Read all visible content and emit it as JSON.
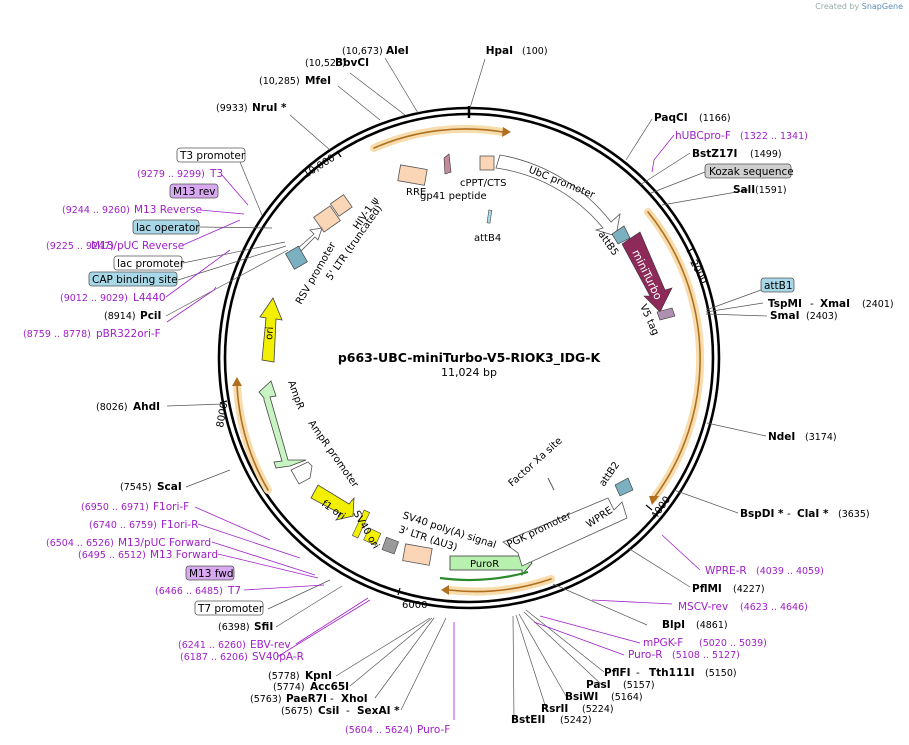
{
  "credit": {
    "prefix": "Created by",
    "brand": "SnapGene"
  },
  "plasmid": {
    "name": "p663-UBC-miniTurbo-V5-RIOK3_IDG-K",
    "size": "11,024 bp"
  },
  "ticks": [
    "2000",
    "4000",
    "6000",
    "8000",
    "10,000"
  ],
  "features": {
    "ubc_promoter": "UbC promoter",
    "cppt": "cPPT/CTS",
    "gp41": "gp41 peptide",
    "rre": "RRE",
    "hiv": "HIV-1 ψ",
    "ltr5": "5' LTR (truncated)",
    "rsv": "RSV promoter",
    "attb4": "attB4",
    "attb5": "attB5",
    "miniturbo": "miniTurbo",
    "v5": "V5 tag",
    "ori": "ori",
    "ampr": "AmpR",
    "ampr_promoter": "AmpR promoter",
    "f1ori": "f1 ori",
    "sv40ori": "SV40 ori",
    "sv40pa": "SV40 poly(A) signal",
    "ltr3": "3' LTR (ΔU3)",
    "pgk": "PGK promoter",
    "puror": "PuroR",
    "wpre": "WPRE",
    "attb2": "attB2",
    "factorxa": "Factor Xa site"
  },
  "labels": {
    "hpai": "HpaI",
    "hpai_c": "(100)",
    "alei": "AleI",
    "alei_c": "(10,673)",
    "bbvci": "BbvCI",
    "bbvci_c": "(10,520)",
    "mfei": "MfeI",
    "mfei_c": "(10,285)",
    "nrui": "NruI *",
    "nrui_c": "(9933)",
    "t3p": "T3 promoter",
    "t3": "T3",
    "t3_c": "(9279 .. 9299)",
    "m13rev": "M13 rev",
    "m13r": "M13 Reverse",
    "m13r_c": "(9244 .. 9260)",
    "lacop": "lac operator",
    "m13puc": "M13/pUC Reverse",
    "m13puc_c": "(9225 .. 9247)",
    "lacp": "lac promoter",
    "cap": "CAP binding site",
    "l4440": "L4440",
    "l4440_c": "(9012 .. 9029)",
    "pcii": "PciI",
    "pcii_c": "(8914)",
    "pbr": "pBR322ori-F",
    "pbr_c": "(8759 .. 8778)",
    "ahdi": "AhdI",
    "ahdi_c": "(8026)",
    "scai": "ScaI",
    "scai_c": "(7545)",
    "f1orif": "F1ori-F",
    "f1orif_c": "(6950 .. 6971)",
    "f1orir": "F1ori-R",
    "f1orir_c": "(6740 .. 6759)",
    "m13pf": "M13/pUC Forward",
    "m13pf_c": "(6504 .. 6526)",
    "m13f": "M13 Forward",
    "m13f_c": "(6495 .. 6512)",
    "m13fwd": "M13 fwd",
    "t7": "T7",
    "t7_c": "(6466 .. 6485)",
    "t7p": "T7 promoter",
    "sfii": "SfiI",
    "sfii_c": "(6398)",
    "ebv": "EBV-rev",
    "ebv_c": "(6241 .. 6260)",
    "sv40par": "SV40pA-R",
    "sv40par_c": "(6187 .. 6206)",
    "kpni": "KpnI",
    "kpni_c": "(5778)",
    "acc65i": "Acc65I",
    "acc65i_c": "(5774)",
    "pae": "PaeR7I",
    "pae_c": "(5763)",
    "xhoi": "XhoI",
    "csii": "CsiI",
    "csii_c": "(5675)",
    "sexai": "SexAI *",
    "purof": "Puro-F",
    "purof_c": "(5604 .. 5624)",
    "paqci": "PaqCI",
    "paqci_c": "(1166)",
    "hubc": "hUBCpro-F",
    "hubc_c": "(1322 .. 1341)",
    "bstz": "BstZ17I",
    "bstz_c": "(1499)",
    "kozak": "Kozak sequence",
    "sali": "SalI",
    "sali_c": "(1591)",
    "attb1": "attB1",
    "tspmi": "TspMI",
    "xmai": "XmaI",
    "tspmi_c": "(2401)",
    "smai": "SmaI",
    "smai_c": "(2403)",
    "ndei": "NdeI",
    "ndei_c": "(3174)",
    "bspdi": "BspDI *",
    "clai": "ClaI *",
    "bspdi_c": "(3635)",
    "wprer": "WPRE-R",
    "wprer_c": "(4039 .. 4059)",
    "pflmi": "PflMI",
    "pflmi_c": "(4227)",
    "mscv": "MSCV-rev",
    "mscv_c": "(4623 .. 4646)",
    "blpi": "BlpI",
    "blpi_c": "(4861)",
    "mpgk": "mPGK-F",
    "mpgk_c": "(5020 .. 5039)",
    "puror_p": "Puro-R",
    "puror_c": "(5108 .. 5127)",
    "pflfi": "PflFI",
    "tth": "Tth111I",
    "tth_c": "(5150)",
    "pasi": "PasI",
    "pasi_c": "(5157)",
    "bsiwi": "BsiWI",
    "bsiwi_c": "(5164)",
    "rsrii": "RsrII",
    "rsrii_c": "(5224)",
    "bsteii": "BstEII",
    "bsteii_c": "(5242)"
  },
  "colors": {
    "backbone": "#000000",
    "primer": "#a020c8",
    "miniturbo": "#8e2a5a",
    "puror": "#b8f0b0",
    "ampr": "#c8f4c4",
    "ori": "#f2f000",
    "f1ori": "#f2f000",
    "ltr": "#fbd6b6",
    "promoter": "#ffffff",
    "orange_arc": "#e8a040",
    "lac_op_box": "#a8d8e8",
    "primer_box": "#d8a8f0",
    "kozak_box": "#cfcfcf"
  }
}
